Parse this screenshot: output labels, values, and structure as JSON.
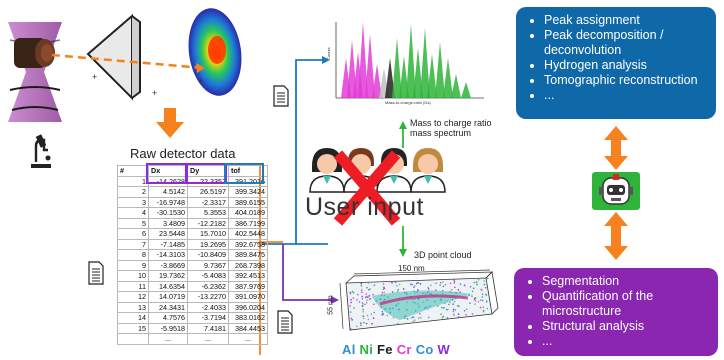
{
  "analysis_steps": {
    "items": [
      "Peak assignment",
      "Peak decomposition / deconvolution",
      "Hydrogen analysis",
      "Tomographic reconstruction",
      "..."
    ]
  },
  "microstructure_steps": {
    "items": [
      "Segmentation",
      "Quantification of the microstructure",
      "Structural analysis",
      "..."
    ]
  },
  "raw_data": {
    "title": "Raw detector data",
    "headers": [
      "#",
      "Dx",
      "Dy",
      "tof"
    ],
    "rows": [
      [
        "1",
        "-14.2628",
        "22.3357",
        "391.2016"
      ],
      [
        "2",
        "4.5142",
        "26.5197",
        "399.3424"
      ],
      [
        "3",
        "-16.9748",
        "-2.3317",
        "389.6155"
      ],
      [
        "4",
        "-30.1530",
        "5.3553",
        "404.0189"
      ],
      [
        "5",
        "3.4809",
        "-12.2182",
        "386.7199"
      ],
      [
        "6",
        "23.5448",
        "15.7010",
        "402.5448"
      ],
      [
        "7",
        "-7.1485",
        "19.2695",
        "392.6758"
      ],
      [
        "8",
        "-14.3103",
        "-10.8409",
        "389.8475"
      ],
      [
        "9",
        "-3.8669",
        "9.7367",
        "268.7398"
      ],
      [
        "10",
        "19.7362",
        "-5.4083",
        "392.4513"
      ],
      [
        "11",
        "14.6354",
        "-6.2362",
        "387.9769"
      ],
      [
        "12",
        "14.0719",
        "-13.2270",
        "391.0970"
      ],
      [
        "13",
        "24.3431",
        "-2.4033",
        "396.0204"
      ],
      [
        "14",
        "4.7576",
        "-3.7194",
        "383.0162"
      ],
      [
        "15",
        "-5.9518",
        "7.4181",
        "384.4453"
      ],
      [
        "",
        "...",
        "...",
        "..."
      ]
    ]
  },
  "mass_spectrum": {
    "caption": "Mass to charge ratio\nmass spectrum",
    "xlabel": "Mass-to-charge-ratio (Da)",
    "ylabel": "Counts"
  },
  "point_cloud": {
    "caption": "3D point cloud",
    "width_label": "150 nm",
    "height_label": "55 nm"
  },
  "user_input_label": "User input",
  "elements": [
    {
      "symbol": "Al",
      "color": "#2e8fd8"
    },
    {
      "symbol": "Ni",
      "color": "#2fb43a"
    },
    {
      "symbol": "Fe",
      "color": "#222222"
    },
    {
      "symbol": "Cr",
      "color": "#e23bd6"
    },
    {
      "symbol": "Co",
      "color": "#2e8fd8"
    },
    {
      "symbol": "W",
      "color": "#8a2be2"
    }
  ],
  "colors": {
    "top_box": "#0f68a8",
    "bottom_box": "#8a26b0",
    "orange_arrow": "#f5821f",
    "flow_blue": "#1f7ac0",
    "flow_green": "#2fb43a",
    "flow_purple": "#7a2fb0",
    "cross_red": "#ee1c25"
  }
}
